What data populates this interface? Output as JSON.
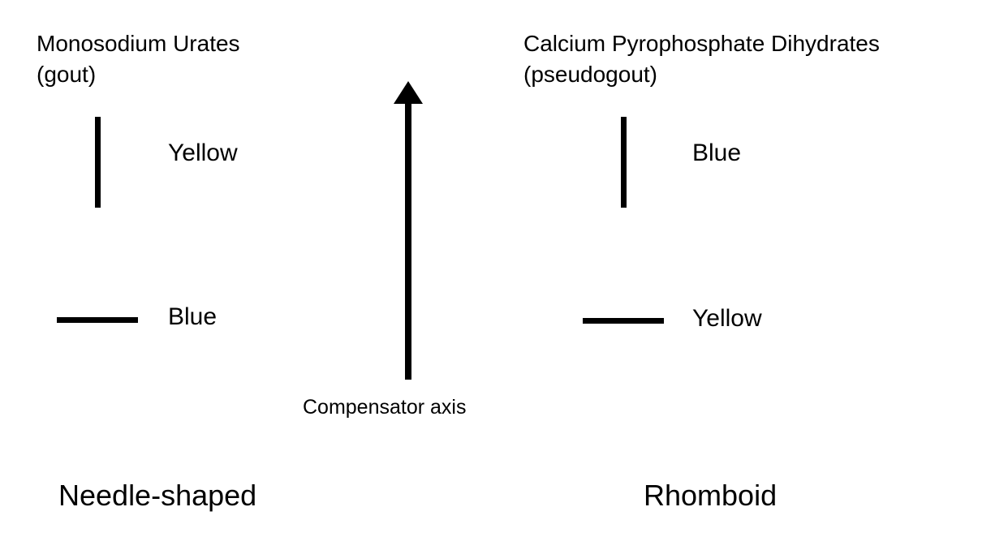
{
  "left_panel": {
    "title_line1": "Monosodium Urates",
    "title_line2": "(gout)",
    "vertical_label": "Yellow",
    "horizontal_label": "Blue",
    "shape": "Needle-shaped"
  },
  "right_panel": {
    "title_line1": "Calcium Pyrophosphate Dihydrates",
    "title_line2": "(pseudogout)",
    "vertical_label": "Blue",
    "horizontal_label": "Yellow",
    "shape": "Rhomboid"
  },
  "axis": {
    "label": "Compensator axis"
  },
  "colors": {
    "background": "#ffffff",
    "ink": "#000000"
  }
}
